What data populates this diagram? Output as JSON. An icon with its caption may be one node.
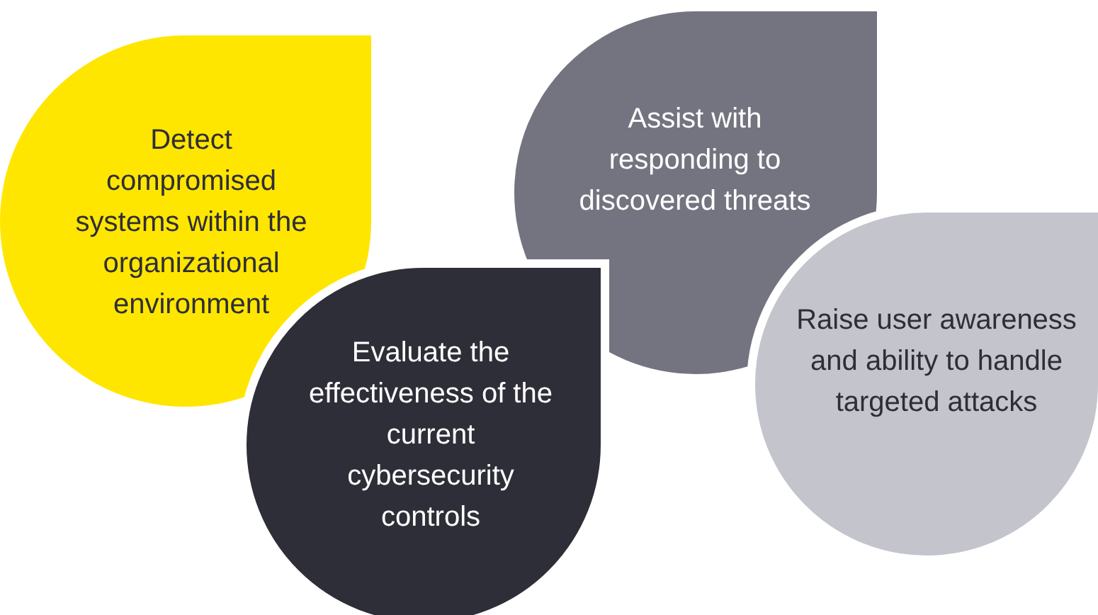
{
  "diagram": {
    "nodes": [
      {
        "text": [
          "Detect compromised systems within the organizational environment"
        ]
      },
      {
        "text": [
          "Assist with responding to discovered threats"
        ]
      },
      {
        "text": [
          "Raise user awareness and ability to handle targeted attacks"
        ]
      },
      {
        "text": [
          "Evaluate the effectiveness of the current cybersecurity controls"
        ]
      }
    ]
  }
}
